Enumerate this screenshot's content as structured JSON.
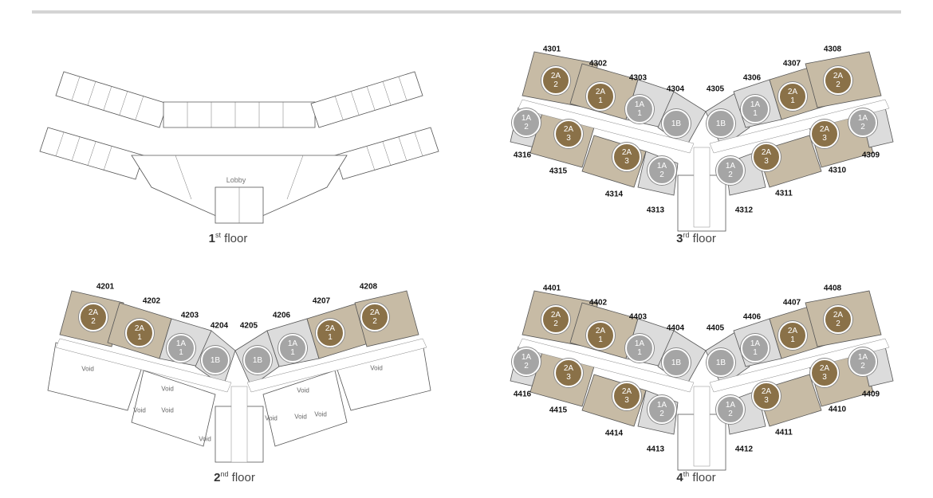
{
  "colors": {
    "type2": "#8a7148",
    "type1": "#a5a5a5",
    "wing_unit": "#c7bba5",
    "wing_unit_light": "#dcdcdc"
  },
  "floors": {
    "f1": {
      "num": "1",
      "sup": "st",
      "word": "floor",
      "lobby": "Lobby"
    },
    "f2": {
      "num": "2",
      "sup": "nd",
      "word": "floor",
      "void": "Void",
      "units": [
        "4201",
        "4202",
        "4203",
        "4204",
        "4205",
        "4206",
        "4207",
        "4208"
      ]
    },
    "f3": {
      "num": "3",
      "sup": "rd",
      "word": "floor",
      "units": [
        "4301",
        "4302",
        "4303",
        "4304",
        "4305",
        "4306",
        "4307",
        "4308",
        "4309",
        "4310",
        "4311",
        "4312",
        "4313",
        "4314",
        "4315",
        "4316"
      ]
    },
    "f4": {
      "num": "4",
      "sup": "th",
      "word": "floor",
      "units": [
        "4401",
        "4402",
        "4403",
        "4404",
        "4405",
        "4406",
        "4407",
        "4408",
        "4409",
        "4410",
        "4411",
        "4412",
        "4413",
        "4414",
        "4415",
        "4416"
      ]
    }
  },
  "badges": {
    "u01": {
      "top": "2A",
      "bottom": "2"
    },
    "u02": {
      "top": "2A",
      "bottom": "1"
    },
    "u03": {
      "top": "1A",
      "bottom": "1"
    },
    "u04": {
      "top": "1B",
      "bottom": ""
    },
    "u05": {
      "top": "1B",
      "bottom": ""
    },
    "u06": {
      "top": "1A",
      "bottom": "1"
    },
    "u07": {
      "top": "2A",
      "bottom": "1"
    },
    "u08": {
      "top": "2A",
      "bottom": "2"
    },
    "u09": {
      "top": "1A",
      "bottom": "2"
    },
    "u10": {
      "top": "2A",
      "bottom": "3"
    },
    "u11": {
      "top": "2A",
      "bottom": "3"
    },
    "u12": {
      "top": "1A",
      "bottom": "2"
    },
    "u13": {
      "top": "1A",
      "bottom": "2"
    },
    "u14": {
      "top": "2A",
      "bottom": "3"
    },
    "u15": {
      "top": "2A",
      "bottom": "3"
    },
    "u16": {
      "top": "1A",
      "bottom": "2"
    }
  }
}
